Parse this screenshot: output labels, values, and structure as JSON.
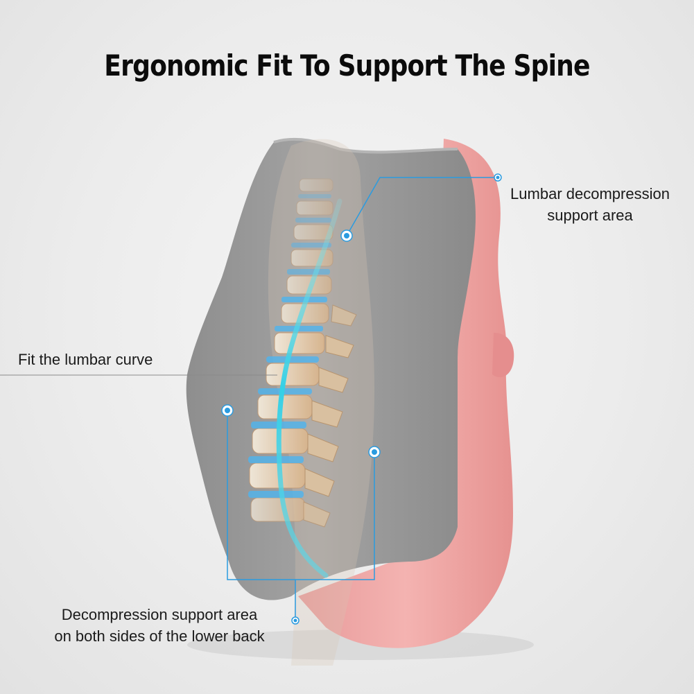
{
  "headline": "Ergonomic Fit To Support The Spine",
  "callouts": {
    "lumbar_decompression": {
      "line1": "Lumbar decompression",
      "line2": "support area"
    },
    "fit_lumbar_curve": "Fit the lumbar curve",
    "lower_back_sides": {
      "line1": "Decompression support area",
      "line2": "on both sides of the lower back"
    }
  },
  "colors": {
    "cushion_grey": "#9b9b9b",
    "cover_pink": "#f2a7a7",
    "accent_blue": "#2a9be0",
    "spine_cyan": "#3fd3e6"
  }
}
